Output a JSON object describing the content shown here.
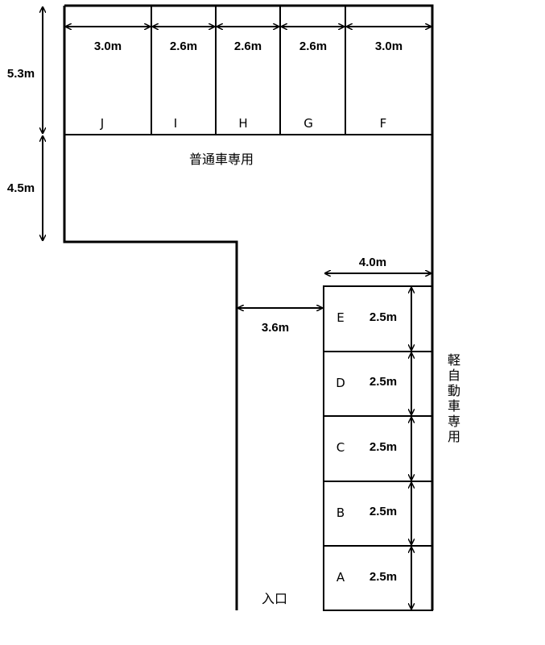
{
  "top_row": {
    "spaces": [
      {
        "id": "J",
        "width": "3.0m"
      },
      {
        "id": "I",
        "width": "2.6m"
      },
      {
        "id": "H",
        "width": "2.6m"
      },
      {
        "id": "G",
        "width": "2.6m"
      },
      {
        "id": "F",
        "width": "3.0m"
      }
    ],
    "depth": "5.3m",
    "note": "普通車専用"
  },
  "aisle": {
    "width_top": "4.5m",
    "width_side": "3.6m"
  },
  "side_row": {
    "spaces": [
      {
        "id": "E",
        "length": "2.5m"
      },
      {
        "id": "D",
        "length": "2.5m"
      },
      {
        "id": "C",
        "length": "2.5m"
      },
      {
        "id": "B",
        "length": "2.5m"
      },
      {
        "id": "A",
        "length": "2.5m"
      }
    ],
    "depth": "4.0m",
    "note_chars": [
      "軽",
      "自",
      "動",
      "車",
      "専",
      "用"
    ]
  },
  "entrance": "入口"
}
